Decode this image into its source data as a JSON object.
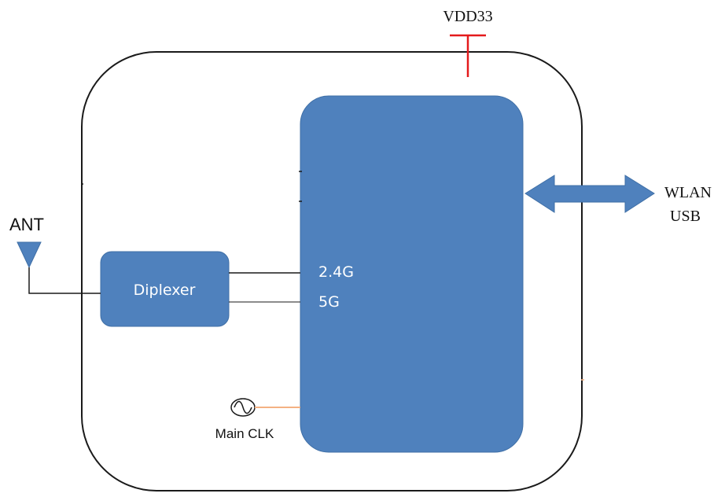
{
  "labels": {
    "vdd": "VDD33",
    "ant": "ANT",
    "diplexer": "Diplexer",
    "band_24": "2.4G",
    "band_5": "5G",
    "wlan": "WLAN",
    "usb": "USB",
    "clk": "Main CLK"
  },
  "colors": {
    "block_fill": "#4f81bd",
    "block_stroke": "#3f6fa6",
    "power_line": "#e41a1c",
    "clock_line": "#f4b183",
    "outline": "#1a1a1a"
  },
  "icons": {
    "antenna": "antenna-triangle-icon",
    "clock": "sine-oscillator-icon",
    "interface": "double-arrow-icon"
  }
}
